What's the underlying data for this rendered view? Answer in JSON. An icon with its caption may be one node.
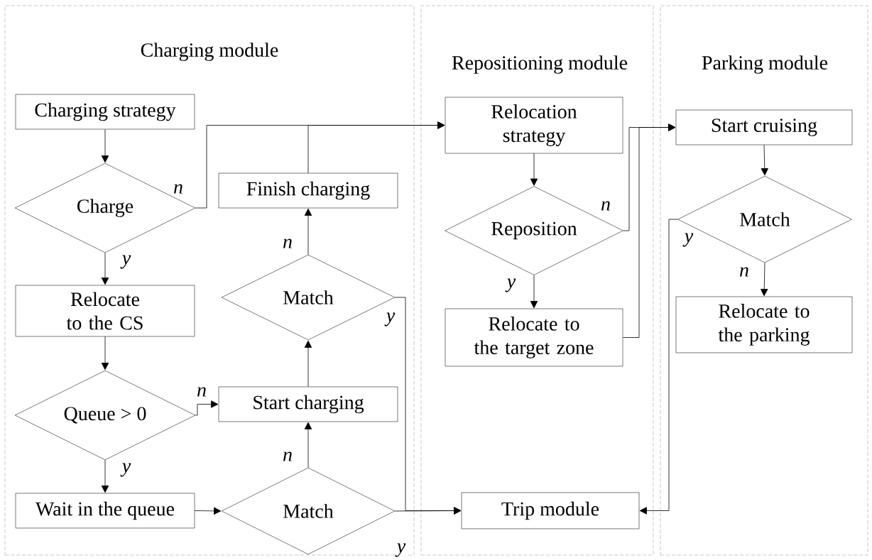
{
  "diagram": {
    "nodes": [
      {
        "text": [
          "Charging module"
        ]
      },
      {
        "text": [
          "Repositioning module"
        ]
      },
      {
        "text": [
          "Parking module"
        ]
      },
      {
        "text": [
          "Charging strategy"
        ],
        "in": 0
      },
      {
        "text": [
          "Charge"
        ],
        "in": 0
      },
      {
        "text": [
          "Relocate to the CS"
        ],
        "in": 0
      },
      {
        "text": [
          "Queue > 0"
        ],
        "in": 0
      },
      {
        "text": [
          "Wait in the queue"
        ],
        "in": 0
      },
      {
        "text": [
          "Match"
        ],
        "in": 0
      },
      {
        "text": [
          "Start charging"
        ],
        "in": 0
      },
      {
        "text": [
          "Match"
        ],
        "in": 0
      },
      {
        "text": [
          "Finish charging"
        ],
        "in": 0
      },
      {
        "text": [
          "Relocation strategy"
        ],
        "in": 1
      },
      {
        "text": [
          "Reposition"
        ],
        "in": 1
      },
      {
        "text": [
          "Relocate to the target zone"
        ],
        "in": 1
      },
      {
        "text": [
          "Trip module"
        ],
        "in": 1
      },
      {
        "text": [
          "Start cruising"
        ],
        "in": 2
      },
      {
        "text": [
          "Match"
        ],
        "in": 2
      },
      {
        "text": [
          "Relocate to the parking"
        ],
        "in": 2
      }
    ],
    "edges": [
      {
        "from": 3,
        "to": 4,
        "arrow": "to"
      },
      {
        "from": 4,
        "to": 5,
        "arrow": "to",
        "label": "y"
      },
      {
        "from": 4,
        "to": 12,
        "arrow": "to",
        "label": "n"
      },
      {
        "from": 11,
        "to": 12,
        "arrow": "to"
      },
      {
        "from": 5,
        "to": 6,
        "arrow": "to"
      },
      {
        "from": 6,
        "to": 7,
        "arrow": "to",
        "label": "y"
      },
      {
        "from": 6,
        "to": 9,
        "arrow": "to",
        "label": "n"
      },
      {
        "from": 7,
        "to": 8,
        "arrow": "to"
      },
      {
        "from": 8,
        "to": 9,
        "arrow": "to",
        "label": "n"
      },
      {
        "from": 9,
        "to": 10,
        "arrow": "to"
      },
      {
        "from": 10,
        "to": 11,
        "arrow": "to",
        "label": "n"
      },
      {
        "from": 10,
        "to": 15,
        "arrow": "to",
        "label": "y"
      },
      {
        "from": 8,
        "to": 15,
        "arrow": "to",
        "label": "y"
      },
      {
        "from": 12,
        "to": 13,
        "arrow": "to"
      },
      {
        "from": 13,
        "to": 14,
        "arrow": "to",
        "label": "y"
      },
      {
        "from": 13,
        "to": 16,
        "arrow": "to",
        "label": "n"
      },
      {
        "from": 14,
        "to": 16,
        "arrow": "to"
      },
      {
        "from": 16,
        "to": 17,
        "arrow": "to"
      },
      {
        "from": 17,
        "to": 18,
        "arrow": "to",
        "label": "n"
      },
      {
        "from": 17,
        "to": 15,
        "arrow": "to",
        "label": "y"
      }
    ]
  }
}
